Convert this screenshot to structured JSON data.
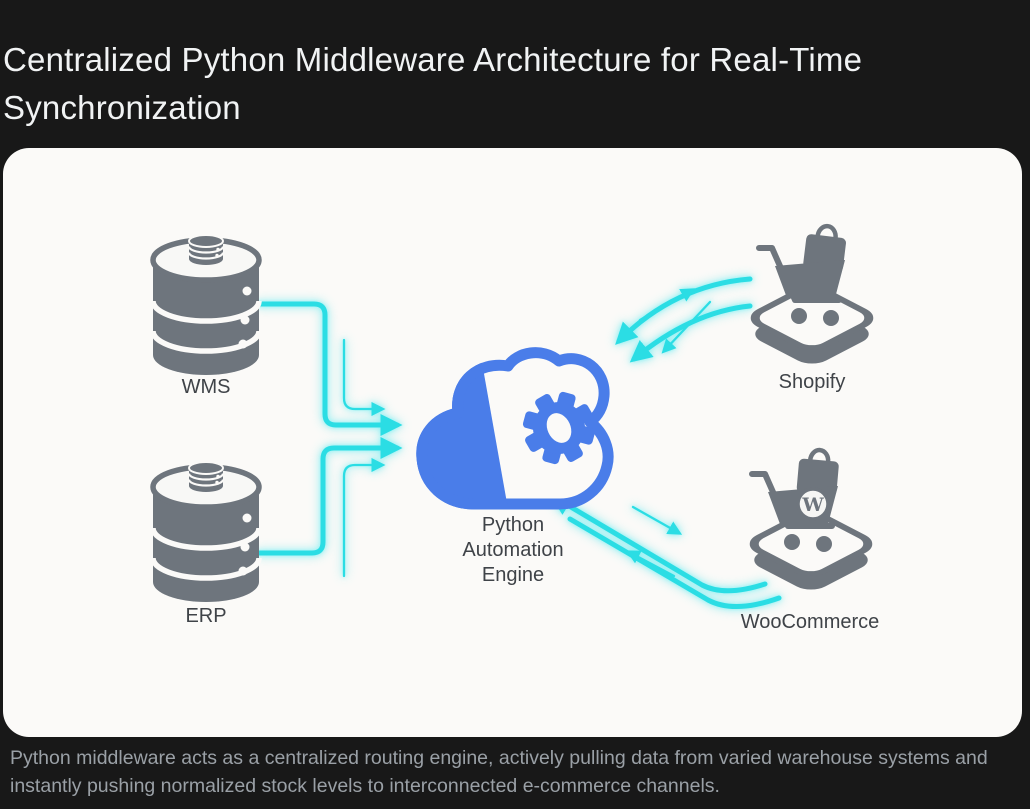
{
  "header": {
    "title": "Centralized Python Middleware Architecture for Real-Time Synchronization",
    "title_lines": [
      "Centralized Python Middleware Architecture for Real-Time",
      "Synchronization"
    ]
  },
  "diagram": {
    "nodes": {
      "wms": {
        "label": "WMS",
        "type": "database"
      },
      "erp": {
        "label": "ERP",
        "type": "database"
      },
      "engine": {
        "label": "Python Automation Engine",
        "label_lines": [
          "Python",
          "Automation",
          "Engine"
        ],
        "type": "cloud-gear"
      },
      "shopify": {
        "label": "Shopify",
        "type": "commerce-platform"
      },
      "woocommerce": {
        "label": "WooCommerce",
        "type": "commerce-platform",
        "badge_letter": "W"
      }
    },
    "edges": [
      {
        "from": "wms",
        "to": "engine",
        "direction": "one-way",
        "style": "double-line"
      },
      {
        "from": "erp",
        "to": "engine",
        "direction": "one-way",
        "style": "double-line"
      },
      {
        "from": "engine",
        "to": "shopify",
        "direction": "two-way",
        "style": "double-line"
      },
      {
        "from": "engine",
        "to": "woocommerce",
        "direction": "two-way",
        "style": "double-line"
      }
    ],
    "colors": {
      "background": "#181818",
      "panel": "#fbfaf8",
      "accent_cyan": "#2bdde4",
      "cloud_blue": "#4a7de9",
      "icon_gray": "#6e757d",
      "label_text": "#3f4348",
      "title_text": "#f1f3f4",
      "caption_text": "#9aa0a6"
    }
  },
  "caption": {
    "text": "Python middleware acts as a centralized routing engine, actively pulling data from varied warehouse systems and instantly pushing normalized stock levels to interconnected e-commerce channels.",
    "lines": [
      "Python middleware acts as a centralized routing engine, actively pulling data from varied warehouse systems and",
      "instantly pushing normalized stock levels to interconnected e-commerce channels."
    ]
  }
}
